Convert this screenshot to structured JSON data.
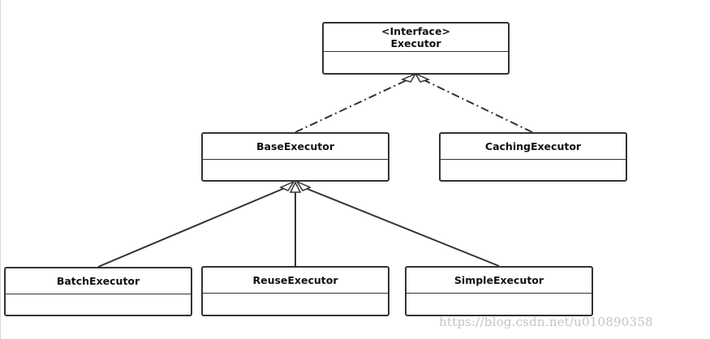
{
  "diagram": {
    "classes": {
      "executor": {
        "stereotype": "<Interface>",
        "name": "Executor"
      },
      "base": {
        "name": "BaseExecutor"
      },
      "caching": {
        "name": "CachingExecutor"
      },
      "batch": {
        "name": "BatchExecutor"
      },
      "reuse": {
        "name": "ReuseExecutor"
      },
      "simple": {
        "name": "SimpleExecutor"
      }
    },
    "relations": [
      {
        "from": "BaseExecutor",
        "to": "Executor",
        "type": "realization"
      },
      {
        "from": "CachingExecutor",
        "to": "Executor",
        "type": "realization"
      },
      {
        "from": "BatchExecutor",
        "to": "BaseExecutor",
        "type": "inheritance"
      },
      {
        "from": "ReuseExecutor",
        "to": "BaseExecutor",
        "type": "inheritance"
      },
      {
        "from": "SimpleExecutor",
        "to": "BaseExecutor",
        "type": "inheritance"
      }
    ]
  },
  "watermark": "https://blog.csdn.net/u010890358",
  "colors": {
    "stroke": "#333333",
    "watermark": "#c4c4c4"
  }
}
